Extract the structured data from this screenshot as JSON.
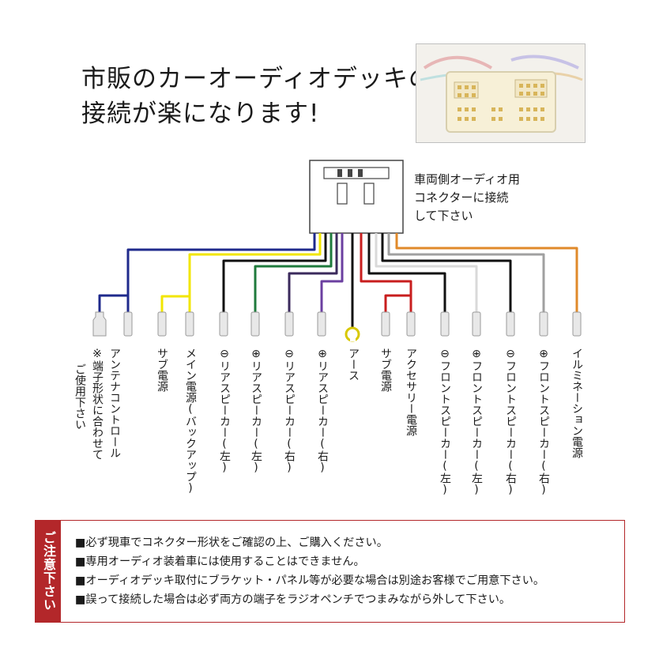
{
  "headline": {
    "line1": "市販のカーオーディオデッキの",
    "line2": "接続が楽になります!"
  },
  "connector_label": {
    "line1": "車両側オーディオ用",
    "line2": "コネクターに接続",
    "line3": "して下さい"
  },
  "wires": [
    {
      "label": "アンテナコントロール",
      "color": "#1f2a8c"
    },
    {
      "label": "※端子形状に合わせて",
      "color": ""
    },
    {
      "label": "ご使用下さい",
      "color": ""
    },
    {
      "label": "サブ電源",
      "color": "#f2e600"
    },
    {
      "label": "メイン電源(バックアップ)",
      "color": "#f2e600"
    },
    {
      "label": "⊖リアスピーカー(左)",
      "color": "#111111"
    },
    {
      "label": "⊕リアスピーカー(左)",
      "color": "#1f7a3c"
    },
    {
      "label": "⊖リアスピーカー(右)",
      "color": "#3b2a5c"
    },
    {
      "label": "⊕リアスピーカー(右)",
      "color": "#6b3fa0"
    },
    {
      "label": "アース",
      "color": "#111111"
    },
    {
      "label": "サブ電源",
      "color": "#c81e1e"
    },
    {
      "label": "アクセサリー電源",
      "color": "#c81e1e"
    },
    {
      "label": "⊖フロントスピーカー(左)",
      "color": "#111111"
    },
    {
      "label": "⊕フロントスピーカー(左)",
      "color": "#cfcfcf"
    },
    {
      "label": "⊖フロントスピーカー(右)",
      "color": "#111111"
    },
    {
      "label": "⊕フロントスピーカー(右)",
      "color": "#9a9a9a"
    },
    {
      "label": "イルミネーション電源",
      "color": "#e08a2a"
    }
  ],
  "notice": {
    "tag": "ご注意下さい",
    "items": [
      "■必ず現車でコネクター形状をご確認の上、ご購入ください。",
      "■専用オーディオ装着車には使用することはできません。",
      "■オーディオデッキ取付にブラケット・パネル等が必要な場合は別途お客様でご用意下さい。",
      "■誤って接続した場合は必ず両方の端子をラジオペンチでつまみながら外して下さい。"
    ]
  },
  "colors": {
    "accent_red": "#b3272a",
    "navy": "#1f2a8c",
    "yellow": "#f2e600",
    "green": "#1f7a3c",
    "purple": "#6b3fa0",
    "orange": "#e08a2a"
  }
}
